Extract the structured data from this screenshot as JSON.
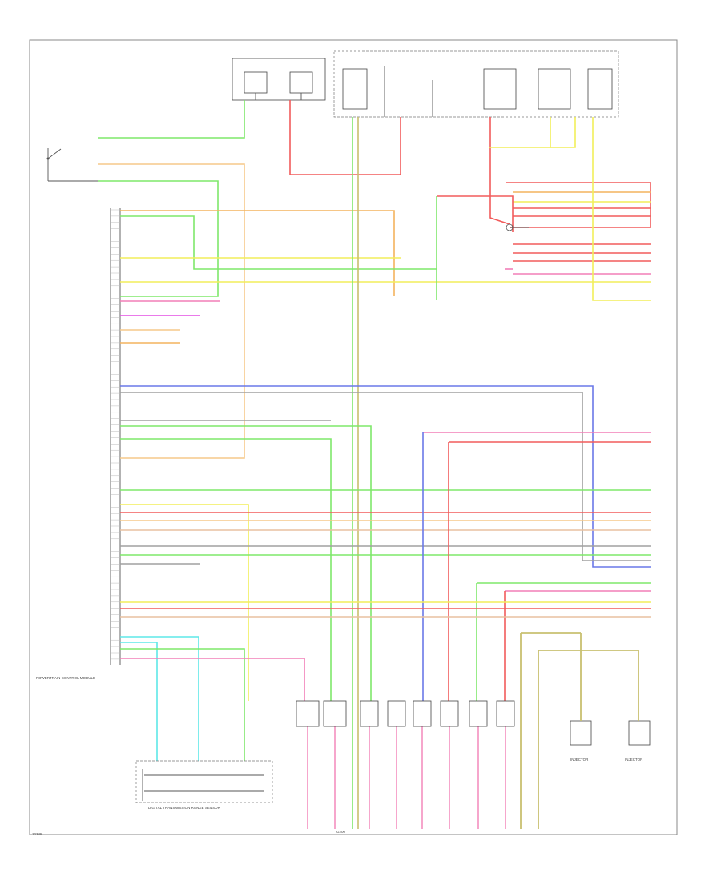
{
  "wire_colors": {
    "green": "#7ee86a",
    "orange": "#f4b35e",
    "yellow": "#f2ee5a",
    "red": "#f25c5c",
    "pink": "#f27fb7",
    "magenta": "#e34fe3",
    "blue": "#6a78e8",
    "cyan": "#5ee8e8",
    "gray": "#a0a0a0",
    "light_orange": "#f6c98a",
    "olive": "#c8c070",
    "tan": "#e8c0a0"
  },
  "labels": {
    "sheet_id": "12345",
    "footer_ref": "G200",
    "pcm_label": "POWERTRAIN CONTROL MODULE",
    "ttg_label": "DIGITAL TRANSMISSION RANGE SENSOR",
    "injector_right": "INJECTOR",
    "injector_right2": "INJECTOR"
  }
}
